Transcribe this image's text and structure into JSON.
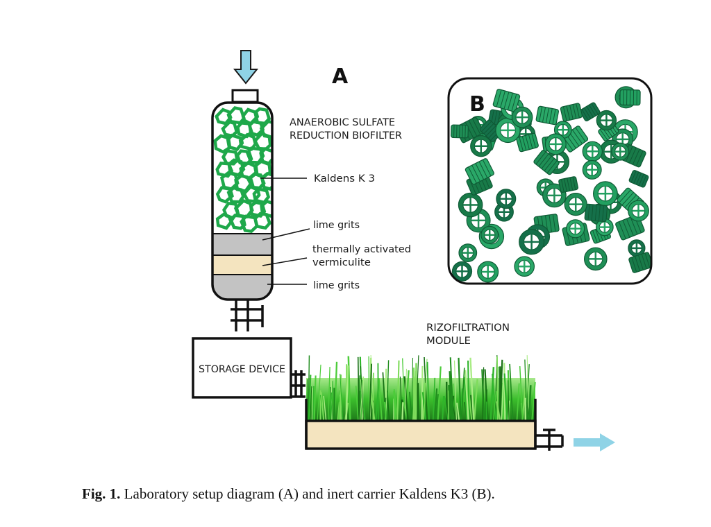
{
  "panel_a_letter": "A",
  "panel_b_letter": "B",
  "labels": {
    "biofilter_line1": "ANAEROBIC SULFATE",
    "biofilter_line2": "REDUCTION BIOFILTER",
    "kaldens": "Kaldens  K 3",
    "lime_top": "lime grits",
    "vermiculite_line1": "thermally activated",
    "vermiculite_line2": "vermiculite",
    "lime_bottom": "lime grits",
    "storage": "STORAGE DEVICE",
    "rizo_line1": "RIZOFILTRATION",
    "rizo_line2": "MODULE"
  },
  "caption": {
    "prefix": "Fig. 1.",
    "text": " Laboratory setup diagram (A) and inert carrier Kaldens K3 (B)."
  },
  "colors": {
    "arrow": "#8fd3e6",
    "kaldens_green": "#1ea84a",
    "carrier_green": "#1f8f56",
    "lime_grey": "#c3c3c3",
    "vermiculite": "#f4e4bf",
    "grass": "#2fb52b",
    "soil": "#f4e4bf"
  }
}
